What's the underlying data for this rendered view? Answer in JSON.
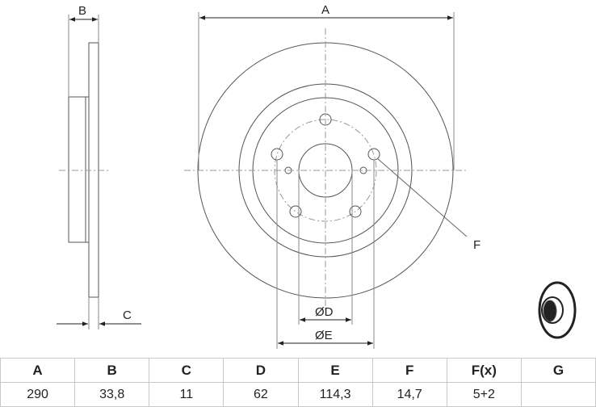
{
  "drawing": {
    "label_a": "A",
    "label_b": "B",
    "label_c": "C",
    "label_d": "ØD",
    "label_e": "ØE",
    "label_f": "F"
  },
  "table": {
    "headers": [
      "A",
      "B",
      "C",
      "D",
      "E",
      "F",
      "F(x)",
      "G"
    ],
    "values": [
      "290",
      "33,8",
      "11",
      "62",
      "114,3",
      "14,7",
      "5+2",
      ""
    ]
  }
}
